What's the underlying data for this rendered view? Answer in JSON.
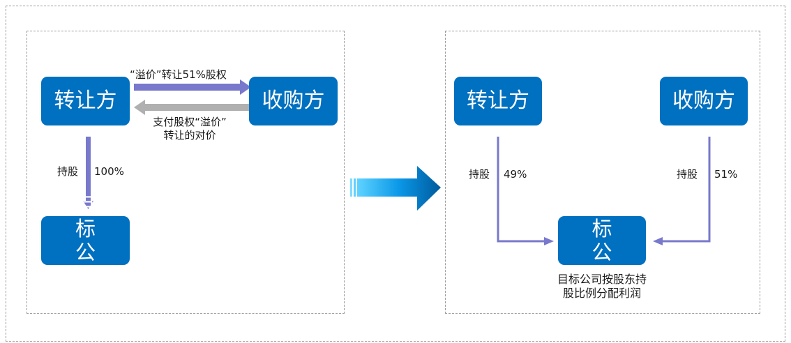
{
  "left": {
    "transferor": "转让方",
    "acquirer": "收购方",
    "target_line1": "目 标",
    "target_line2": "公 司",
    "arrow_top_label": "“溢价”转让51%股权",
    "arrow_bottom_label_line1": "支付股权“溢价”",
    "arrow_bottom_label_line2": "转让的对价",
    "hold_label": "持股",
    "hold_pct": "100%"
  },
  "right": {
    "transferor": "转让方",
    "acquirer": "收购方",
    "target_line1": "目 标",
    "target_line2": "公 司",
    "hold_label_left": "持股",
    "hold_pct_left": "49%",
    "hold_label_right": "持股",
    "hold_pct_right": "51%",
    "note_line1": "目标公司按股东持",
    "note_line2": "股比例分配利润"
  },
  "colors": {
    "box_fill": "#0070c0",
    "arrow_purple": "#7878cc",
    "arrow_gray": "#b0b0b0",
    "big_arrow": "#0a86d8"
  }
}
